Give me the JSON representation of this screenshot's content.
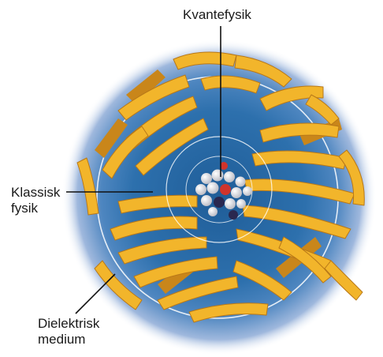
{
  "labels": {
    "quantum": "Kvantefysik",
    "classical": {
      "line1": "Klassisk",
      "line2": "fysik"
    },
    "dielectric": {
      "line1": "Dielektrisk",
      "line2": "medium"
    }
  },
  "colors": {
    "medium_core": "#2d6fa8",
    "medium_edge": "#dfe6f4",
    "protein_ribbon": "#f2b52b",
    "protein_ribbon_dark": "#c9861a",
    "ring": "#ffffff",
    "quantum_atoms": "#e6e6ea",
    "accent_oxygen": "#d0342c",
    "accent_dark": "#2a2850",
    "label_lines": "#111111"
  }
}
